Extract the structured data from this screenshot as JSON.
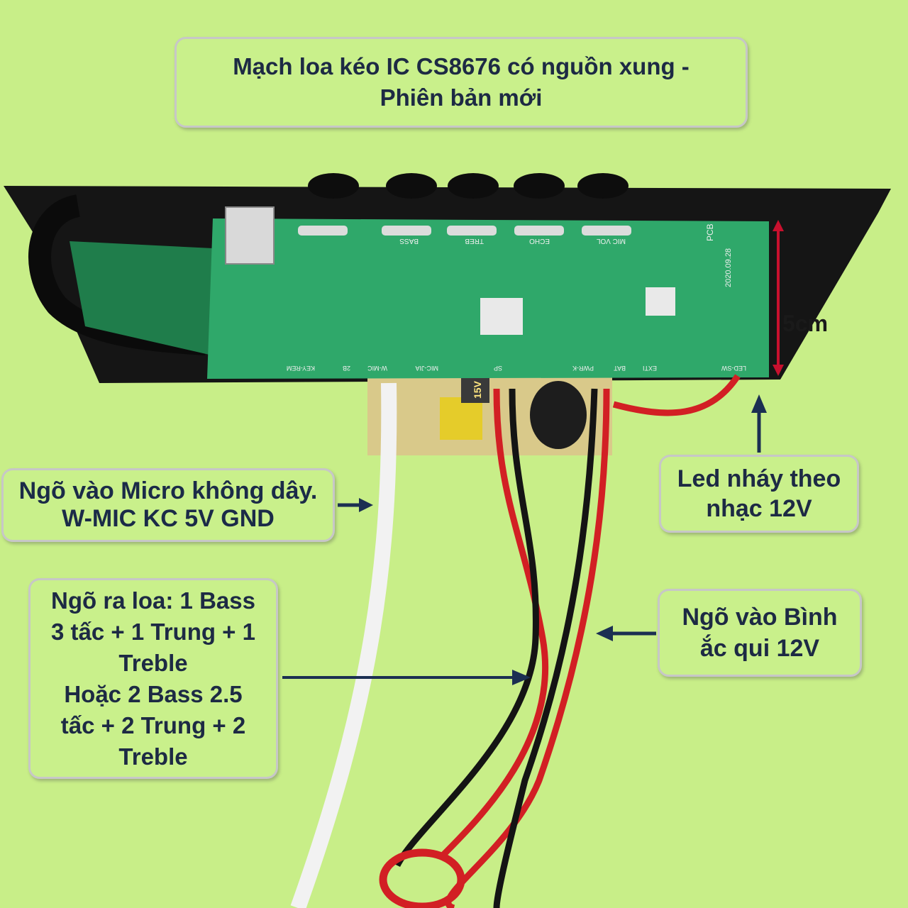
{
  "title": "Mạch loa kéo IC CS8676 có nguồn xung -\nPhiên bản mới",
  "callouts": {
    "mic": "Ngõ vào Micro không dây.\nW-MIC KC 5V GND",
    "speaker": "Ngõ ra loa: 1 Bass\n3 tấc + 1 Trung + 1\nTreble\nHoặc 2 Bass 2.5\ntấc + 2 Trung + 2\nTreble",
    "led": "Led nháy theo\nnhạc 12V",
    "battery": "Ngõ vào Bình\nắc qui 12V"
  },
  "dimension": "5cm",
  "pcb": {
    "knob_labels": [
      "BASS",
      "TREB",
      "ECHO",
      "MIC VOL"
    ],
    "pin_labels": [
      "KEY-REM",
      "2B",
      "W-MIC",
      "MIC-JIA",
      "SP",
      "PWR-K",
      "BAT",
      "EXTI",
      "LED-SW"
    ],
    "date": "2020.09.28",
    "brand": "PCB",
    "cap_label": "15V"
  },
  "colors": {
    "background": "#c8ee88",
    "callout_fill": "#c9f08b",
    "callout_border": "#c7c7c7",
    "text": "#1d2a44",
    "arrow": "#1b2f52",
    "pcb": "#2fa86a",
    "dimension_arrow": "#c8102e"
  }
}
